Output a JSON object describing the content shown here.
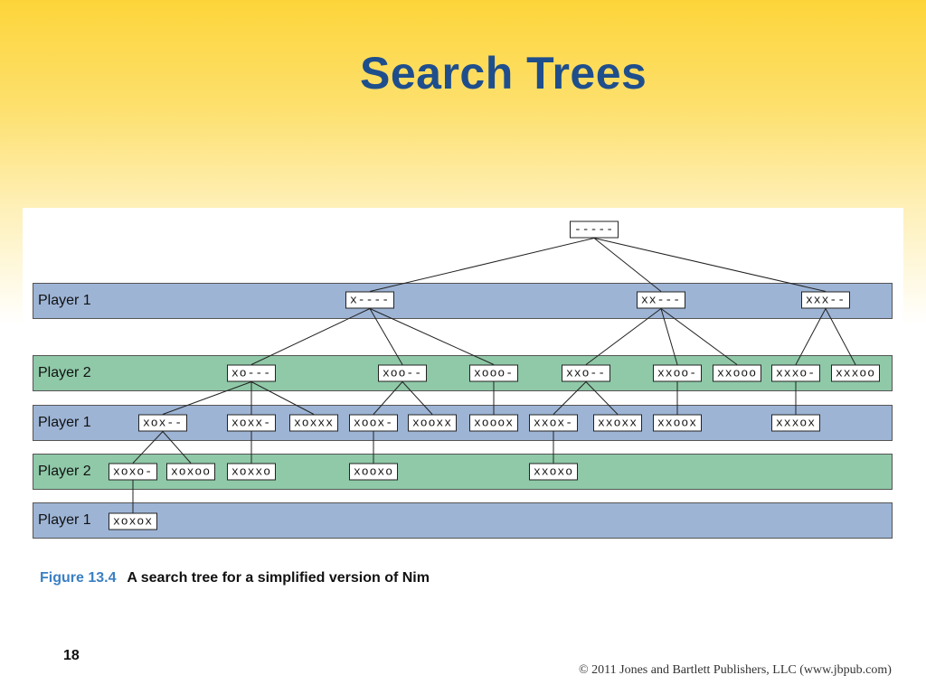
{
  "slide": {
    "title": "Search Trees",
    "page_number": "18",
    "copyright": "© 2011 Jones and Bartlett Publishers, LLC (www.jbpub.com)"
  },
  "caption": {
    "figure_number": "Figure 13.4",
    "text": "A search tree for a simplified version of Nim"
  },
  "bands": [
    {
      "id": "b1",
      "label": "Player 1",
      "kind": "p1"
    },
    {
      "id": "b2",
      "label": "Player 2",
      "kind": "p2"
    },
    {
      "id": "b3",
      "label": "Player 1",
      "kind": "p1"
    },
    {
      "id": "b4",
      "label": "Player 2",
      "kind": "p2"
    },
    {
      "id": "b5",
      "label": "Player 1",
      "kind": "p1"
    }
  ],
  "tree": {
    "nodes": [
      {
        "id": "root",
        "label": "-----"
      },
      {
        "id": "n1",
        "label": "x----"
      },
      {
        "id": "n2",
        "label": "xx---"
      },
      {
        "id": "n3",
        "label": "xxx--"
      },
      {
        "id": "n4",
        "label": "xo---"
      },
      {
        "id": "n5",
        "label": "xoo--"
      },
      {
        "id": "n6",
        "label": "xooo-"
      },
      {
        "id": "n7",
        "label": "xxo--"
      },
      {
        "id": "n8",
        "label": "xxoo-"
      },
      {
        "id": "n9",
        "label": "xxooo"
      },
      {
        "id": "n10",
        "label": "xxxo-"
      },
      {
        "id": "n11",
        "label": "xxxoo"
      },
      {
        "id": "n12",
        "label": "xox--"
      },
      {
        "id": "n13",
        "label": "xoxx-"
      },
      {
        "id": "n14",
        "label": "xoxxx"
      },
      {
        "id": "n15",
        "label": "xoox-"
      },
      {
        "id": "n16",
        "label": "xooxx"
      },
      {
        "id": "n17",
        "label": "xooox"
      },
      {
        "id": "n18",
        "label": "xxox-"
      },
      {
        "id": "n19",
        "label": "xxoxx"
      },
      {
        "id": "n20",
        "label": "xxoox"
      },
      {
        "id": "n21",
        "label": "xxxox"
      },
      {
        "id": "n22",
        "label": "xoxo-"
      },
      {
        "id": "n23",
        "label": "xoxoo"
      },
      {
        "id": "n24",
        "label": "xoxxo"
      },
      {
        "id": "n25",
        "label": "xooxo"
      },
      {
        "id": "n26",
        "label": "xxoxo"
      },
      {
        "id": "n27",
        "label": "xoxox"
      }
    ],
    "edges": [
      [
        "root",
        "n1"
      ],
      [
        "root",
        "n2"
      ],
      [
        "root",
        "n3"
      ],
      [
        "n1",
        "n4"
      ],
      [
        "n1",
        "n5"
      ],
      [
        "n1",
        "n6"
      ],
      [
        "n2",
        "n7"
      ],
      [
        "n2",
        "n8"
      ],
      [
        "n2",
        "n9"
      ],
      [
        "n3",
        "n10"
      ],
      [
        "n3",
        "n11"
      ],
      [
        "n4",
        "n12"
      ],
      [
        "n4",
        "n13"
      ],
      [
        "n4",
        "n14"
      ],
      [
        "n5",
        "n15"
      ],
      [
        "n5",
        "n16"
      ],
      [
        "n6",
        "n17"
      ],
      [
        "n7",
        "n18"
      ],
      [
        "n7",
        "n19"
      ],
      [
        "n8",
        "n20"
      ],
      [
        "n10",
        "n21"
      ],
      [
        "n12",
        "n22"
      ],
      [
        "n12",
        "n23"
      ],
      [
        "n13",
        "n24"
      ],
      [
        "n15",
        "n25"
      ],
      [
        "n18",
        "n26"
      ],
      [
        "n22",
        "n27"
      ]
    ]
  }
}
